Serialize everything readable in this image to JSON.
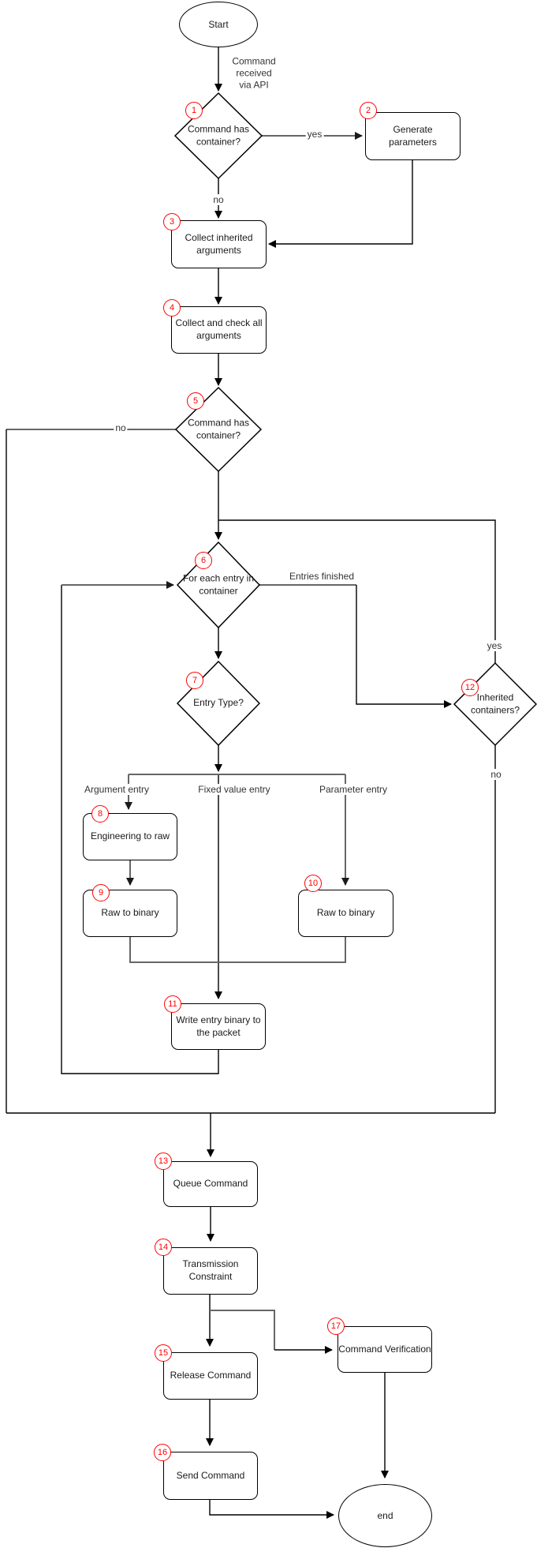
{
  "flowchart": {
    "colors": {
      "badge_red": "#ff0000",
      "line_black": "#000000",
      "line_gray": "#666666",
      "node_fill": "#ffffff",
      "node_border": "#000000",
      "text": "#1a1a1a"
    },
    "nodes": {
      "start": {
        "label": "Start"
      },
      "d1": {
        "label": "Command has container?",
        "badge": "1"
      },
      "b2": {
        "label": "Generate parameters",
        "badge": "2"
      },
      "b3": {
        "label": "Collect inherited arguments",
        "badge": "3"
      },
      "b4": {
        "label": "Collect and check all arguments",
        "badge": "4"
      },
      "d5": {
        "label": "Command has container?",
        "badge": "5"
      },
      "d6": {
        "label": "For each entry in container",
        "badge": "6"
      },
      "d7": {
        "label": "Entry Type?",
        "badge": "7"
      },
      "b8": {
        "label": "Engineering to raw",
        "badge": "8"
      },
      "b9": {
        "label": "Raw to binary",
        "badge": "9"
      },
      "b10": {
        "label": "Raw to binary",
        "badge": "10"
      },
      "b11": {
        "label": "Write entry binary to the packet",
        "badge": "11"
      },
      "d12": {
        "label": "Inherited containers?",
        "badge": "12"
      },
      "b13": {
        "label": "Queue Command",
        "badge": "13"
      },
      "b14": {
        "label": "Transmission Constraint",
        "badge": "14"
      },
      "b15": {
        "label": "Release Command",
        "badge": "15"
      },
      "b16": {
        "label": "Send Command",
        "badge": "16"
      },
      "b17": {
        "label": "Command Verification",
        "badge": "17"
      },
      "end": {
        "label": "end"
      }
    },
    "edge_labels": {
      "start_to_d1": "Command\nreceived\nvia API",
      "d1_yes": "yes",
      "d1_no": "no",
      "d5_no": "no",
      "d6_entries_finished": "Entries finished",
      "d12_yes": "yes",
      "d12_no": "no",
      "branch_argument": "Argument entry",
      "branch_fixed": "Fixed value entry",
      "branch_parameter": "Parameter entry"
    }
  }
}
